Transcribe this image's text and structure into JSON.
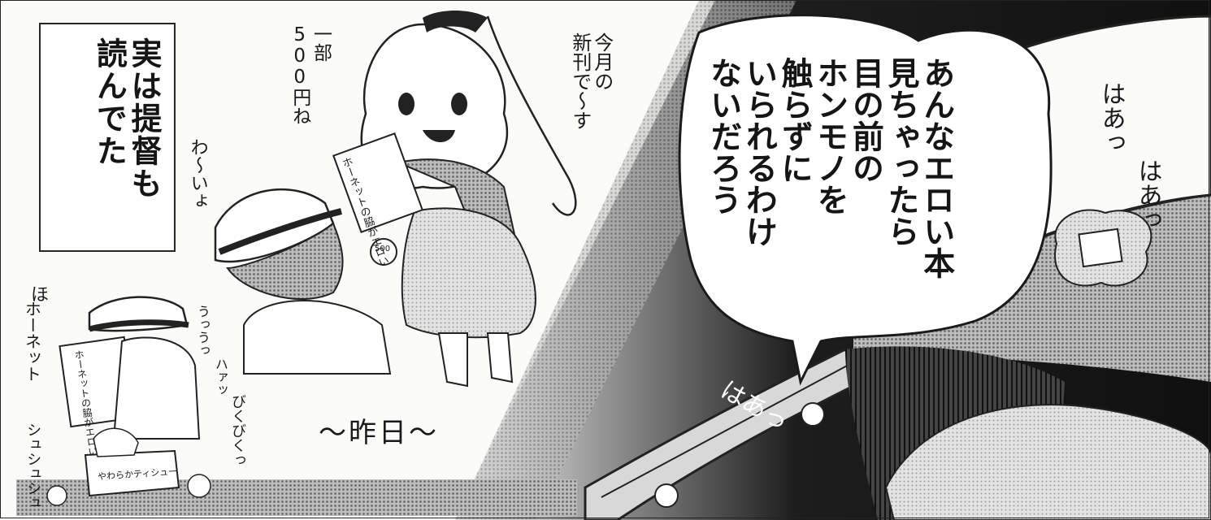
{
  "caption": {
    "line1": "実は提督も",
    "line2": "読んでた"
  },
  "speech": {
    "line1": "あんなエロい本",
    "line2": "見ちゃったら",
    "line3": "目の前の",
    "line4": "ホンモノを",
    "line5": "触らずに",
    "line6": "いられるわけ",
    "line7": "ないだろう"
  },
  "sfx": {
    "issue_top": "今月の",
    "issue_bottom": "新刊で〜す",
    "price_top": "一部",
    "price_bottom": "500円ね",
    "wai": "わ〜いょ",
    "coin": "500",
    "book_cover": "ホーネットの脇がエロい",
    "book_cover_small": "ホーネットの脇がエロい",
    "ho": "ほ",
    "hornet": "ホーネット",
    "uu": "うっうっ",
    "haa_small": "ハァッ",
    "biku": "びくびくっ",
    "shushu": "シュシュシュ",
    "tissue": "やわらかティシュー",
    "yesterday": "〜昨日〜",
    "haa1": "はあっ",
    "haa2": "はあっ",
    "haa3": "はあっ"
  }
}
